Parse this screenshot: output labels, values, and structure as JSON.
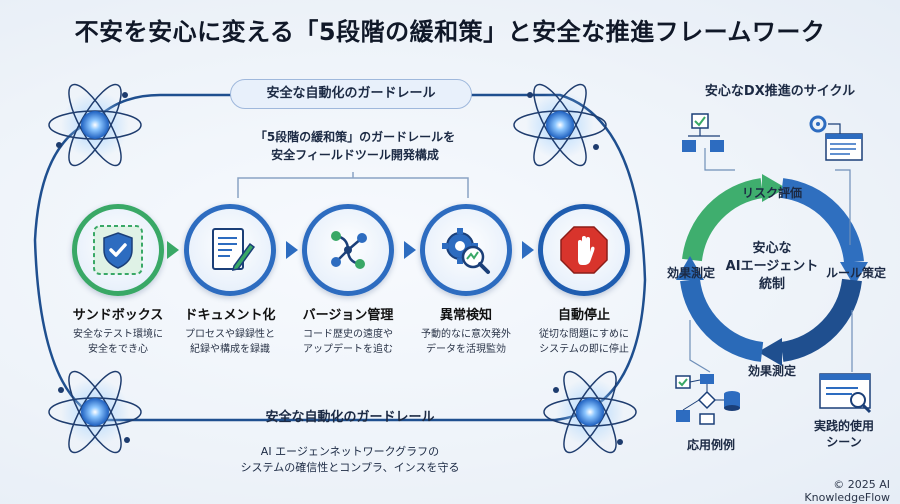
{
  "title": "不安を安心に変える「5段階の緩和策」と安全な推進フレームワーク",
  "top_banner": "安全な自動化のガードレール",
  "center_heading": [
    "「5段階の緩和策」のガードレールを",
    "安全フィールドツール開発構成"
  ],
  "steps": [
    {
      "icon": "shield-icon",
      "title": "サンドボックス",
      "desc": [
        "安全なテスト環境に",
        "安全をでき心"
      ]
    },
    {
      "icon": "document-icon",
      "title": "ドキュメント化",
      "desc": [
        "プロセスや録録性と",
        "紀録や構成を録識"
      ]
    },
    {
      "icon": "branch-icon",
      "title": "バージョン管理",
      "desc": [
        "コード歴史の遠度や",
        "アップデートを追む"
      ]
    },
    {
      "icon": "gear-search-icon",
      "title": "異常検知",
      "desc": [
        "予動的なに意次発外",
        "データを活現監効"
      ]
    },
    {
      "icon": "stop-hand-icon",
      "title": "自動停止",
      "desc": [
        "従切な問題にすめに",
        "システムの即に停止"
      ]
    }
  ],
  "bottom_banner": "安全な自動化のガードレール",
  "bottom_text": [
    "AI エージェンネットワークグラフの",
    "システムの確信性とコンプラ、インスを守る"
  ],
  "cycle": {
    "heading": "安心なDX推進のサイクル",
    "center": [
      "安心な",
      "AIエージェント",
      "統制"
    ],
    "labels": {
      "top": "リスク評価",
      "right": "ルール策定",
      "bottom": "効果測定",
      "left": "効果測定"
    },
    "corner_labels": {
      "bottom_left": "応用例例",
      "bottom_right": [
        "実践的使用",
        "シーン"
      ]
    }
  },
  "footer": "© 2025 AI KnowledgeFlow",
  "colors": {
    "primary": "#2d6cc0",
    "green": "#39a866",
    "red": "#d8342c",
    "dark_blue": "#1f4f8f"
  }
}
